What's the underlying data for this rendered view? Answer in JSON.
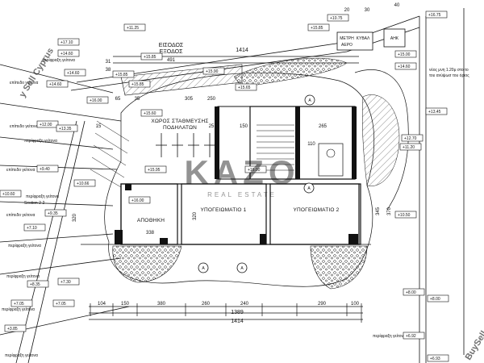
{
  "entrances": {
    "main": "ΕΙΣΟΔΟΣ",
    "exit": "ΕΞΟΔΟΣ",
    "meter": "ΜΕΤΡΗ",
    "vault": "ΚΥΒΑΛ",
    "meter_sub": "ΑΕΡΟ",
    "elec": "ΑΗΚ"
  },
  "rooms": {
    "parking": "ΧΩΡΟΣ ΣΤΑΘΜΕΥΣΗΣ",
    "parking_sub": "ΠΟΔΗΛΑΤΩΝ",
    "storage": "ΑΠΟΘΗΚΗ",
    "basement1": "ΥΠΟΓΕΙΩΜΑΤΙΟ 1",
    "basement2": "ΥΠΟΓΕΙΩΜΑΤΙΟ 2"
  },
  "notes": {
    "neighbor_level_1": "επίπεδο γείτονα",
    "neighbor_level_2": "επίπεδο γείτονα",
    "neighbor_level_3": "επίπεδο γείτονα",
    "neighbor_level_4": "επίπεδο γείτονα",
    "boundary_1": "περίφραξη γείτονα",
    "boundary_2": "περίφραξη γείτονα",
    "boundary_3": "περίφραξη γείτονα",
    "boundary_4": "περίφραξη γείτονα",
    "boundary_5": "περίφραξη γείτονα",
    "boundary_6": "περίφραξη γείτονα",
    "boundary_7": "περίφραξη γείτονα",
    "boundary_8": "περίφραξη γείτονα",
    "section": "Section 2-2",
    "right_note_1": "νέος μνη 1.20μ στο το",
    "right_note_2": "του ανύψωσ του όριος"
  },
  "levels": {
    "l1": "+17.10",
    "l2": "+14.60",
    "l3": "+14.60",
    "l4": "+14.60",
    "l5": "+12.00",
    "l6": "+13.35",
    "l7": "+9.40",
    "l8": "+10.60",
    "l9": "+10.66",
    "l10": "+9.35",
    "l11": "+7.10",
    "l12": "+8.35",
    "l13": "+7.30",
    "l14": "+7.05",
    "l15": "+7.05",
    "l16": "+3.85",
    "l17": "+15.85",
    "l18": "+15.85",
    "l19": "+15.85",
    "l20": "+15.60",
    "l21": "+15.95",
    "l22": "+16.00",
    "l23": "+16.00",
    "l24": "+15.90",
    "l25": "+15.65",
    "l26": "+11.25",
    "l27": "+16.75",
    "l28": "+10.75",
    "l29": "+15.85",
    "l30": "+15.00",
    "l31": "+14.60",
    "l32": "+13.45",
    "l33": "+12.70",
    "l34": "+11.20",
    "l35": "+10.50",
    "l36": "+8.00",
    "l37": "+8.00",
    "l38": "+6.92",
    "l39": "+6.93",
    "l40": "+16.00"
  },
  "dimensions": {
    "d1": "1414",
    "d2": "1389",
    "d3": "1414",
    "d4": "104",
    "d5": "150",
    "d6": "380",
    "d7": "260",
    "d8": "240",
    "d9": "290",
    "d10": "100",
    "d11": "491",
    "d12": "305",
    "d13": "250",
    "d14": "265",
    "d15": "150",
    "d16": "110",
    "d17": "338",
    "d18": "320",
    "d19": "320",
    "d20": "345",
    "d21": "370",
    "d22": "20",
    "d23": "30",
    "d24": "40",
    "d25": "31",
    "d26": "38",
    "d27": "15",
    "d28": "35",
    "d29": "65",
    "d30": "25"
  },
  "markers": {
    "a": "A"
  },
  "watermark": {
    "brand": "KAZO",
    "sub": "REAL ESTATE",
    "corner_left": "y Sell Cyprus",
    "corner_right": "BuySell Cy"
  },
  "colors": {
    "line": "#111111",
    "paper": "#ffffff",
    "watermark": "#9aa7b4"
  }
}
